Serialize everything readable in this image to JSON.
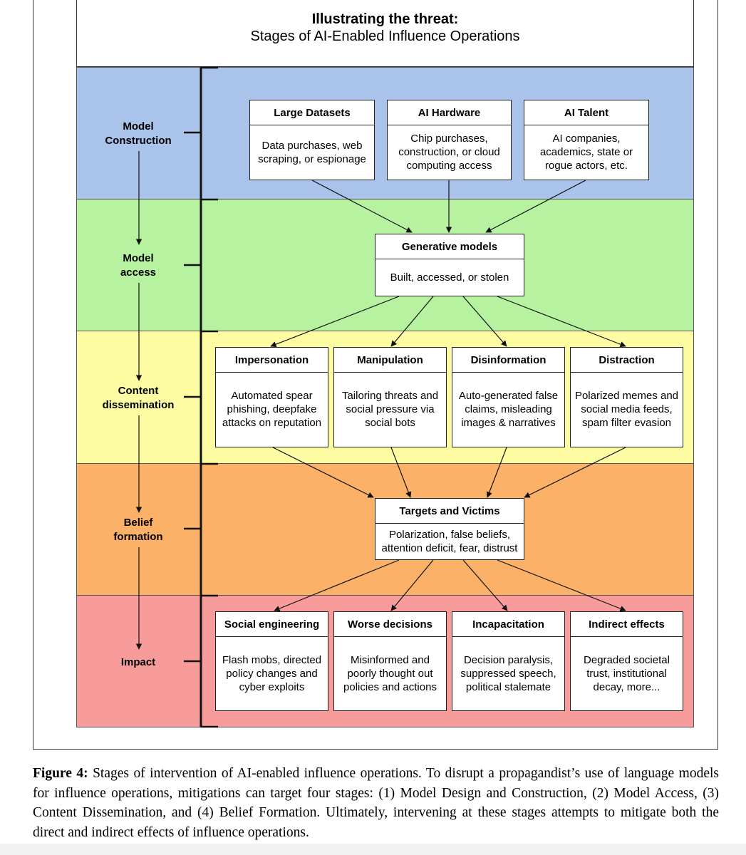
{
  "title": {
    "main": "Illustrating the threat:",
    "sub": "Stages of AI-Enabled Influence Operations"
  },
  "stages": [
    {
      "label": "Model\nConstruction",
      "color": "#a9c3ea"
    },
    {
      "label": "Model\naccess",
      "color": "#b6f29f"
    },
    {
      "label": "Content\ndissemination",
      "color": "#fdfca3"
    },
    {
      "label": "Belief\nformation",
      "color": "#fbb167"
    },
    {
      "label": "Impact",
      "color": "#f89c9b"
    }
  ],
  "boxes": {
    "large_datasets": {
      "title": "Large Datasets",
      "body": "Data purchases, web\nscraping, or espionage"
    },
    "ai_hardware": {
      "title": "AI Hardware",
      "body": "Chip purchases,\nconstruction, or cloud\ncomputing access"
    },
    "ai_talent": {
      "title": "AI Talent",
      "body": "AI companies,\nacademics, state or\nrogue actors, etc."
    },
    "generative_models": {
      "title": "Generative models",
      "body": "Built, accessed, or stolen"
    },
    "impersonation": {
      "title": "Impersonation",
      "body": "Automated spear\nphishing, deepfake\nattacks on reputation"
    },
    "manipulation": {
      "title": "Manipulation",
      "body": "Tailoring threats and\nsocial pressure via\nsocial bots"
    },
    "disinformation": {
      "title": "Disinformation",
      "body": "Auto-generated false\nclaims, misleading\nimages & narratives"
    },
    "distraction": {
      "title": "Distraction",
      "body": "Polarized memes and\nsocial media feeds,\nspam filter evasion"
    },
    "targets_victims": {
      "title": "Targets and Victims",
      "body": "Polarization, false beliefs,\nattention deficit, fear, distrust"
    },
    "social_engineering": {
      "title": "Social engineering",
      "body": "Flash mobs, directed\npolicy changes and\ncyber exploits"
    },
    "worse_decisions": {
      "title": "Worse decisions",
      "body": "Misinformed and\npoorly thought out\npolicies and actions"
    },
    "incapacitation": {
      "title": "Incapacitation",
      "body": "Decision paralysis,\nsuppressed speech,\npolitical stalemate"
    },
    "indirect_effects": {
      "title": "Indirect effects",
      "body": "Degraded societal\ntrust, institutional\ndecay, more..."
    }
  },
  "caption": {
    "label": "Figure 4:",
    "text": " Stages of intervention of AI-enabled influence operations.  To disrupt a propagandist’s use of language models for influence operations, mitigations can target four stages:  (1) Model Design and Construction, (2) Model Access, (3) Content Dissemination, and (4) Belief Formation. Ultimately, intervening at these stages attempts to mitigate both the direct and indirect effects of influence operations."
  }
}
